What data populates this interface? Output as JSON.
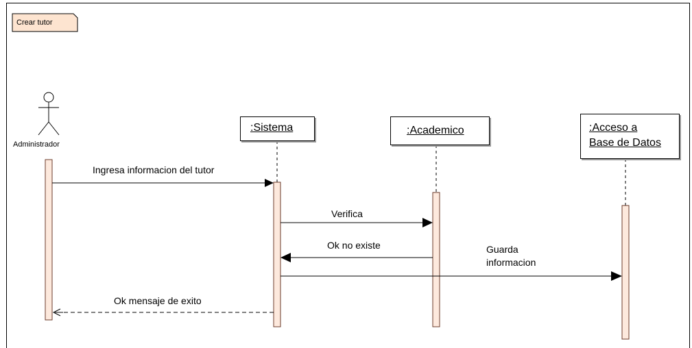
{
  "diagram": {
    "frame_title": "Crear tutor",
    "actor": {
      "name": "Administrador"
    },
    "lifelines": [
      {
        "id": "sistema",
        "lines": [
          ":Sistema"
        ]
      },
      {
        "id": "academico",
        "lines": [
          ":Academico"
        ]
      },
      {
        "id": "acceso",
        "lines": [
          ":Acceso a",
          "Base de Datos"
        ]
      }
    ],
    "messages": [
      {
        "id": "ingresa",
        "from": "Administrador",
        "to": ":Sistema",
        "kind": "synchronous",
        "lines": [
          "Ingresa informacion del tutor"
        ]
      },
      {
        "id": "verifica",
        "from": ":Sistema",
        "to": ":Academico",
        "kind": "synchronous",
        "lines": [
          "Verifica"
        ]
      },
      {
        "id": "ok-no-existe",
        "from": ":Academico",
        "to": ":Sistema",
        "kind": "synchronous",
        "lines": [
          "Ok no existe"
        ]
      },
      {
        "id": "guarda",
        "from": ":Sistema",
        "to": ":Acceso a Base de Datos",
        "kind": "synchronous",
        "lines": [
          "Guarda",
          "informacion"
        ]
      },
      {
        "id": "ok-mensaje",
        "from": ":Sistema",
        "to": "Administrador",
        "kind": "return",
        "lines": [
          "Ok mensaje de exito"
        ]
      }
    ],
    "colors": {
      "activation_fill": "#fde9dd",
      "activation_stroke": "#6b3b2a",
      "frame_tag_fill": "#fde4d0",
      "line": "#000000",
      "shadow": "#9a9a9a"
    }
  }
}
